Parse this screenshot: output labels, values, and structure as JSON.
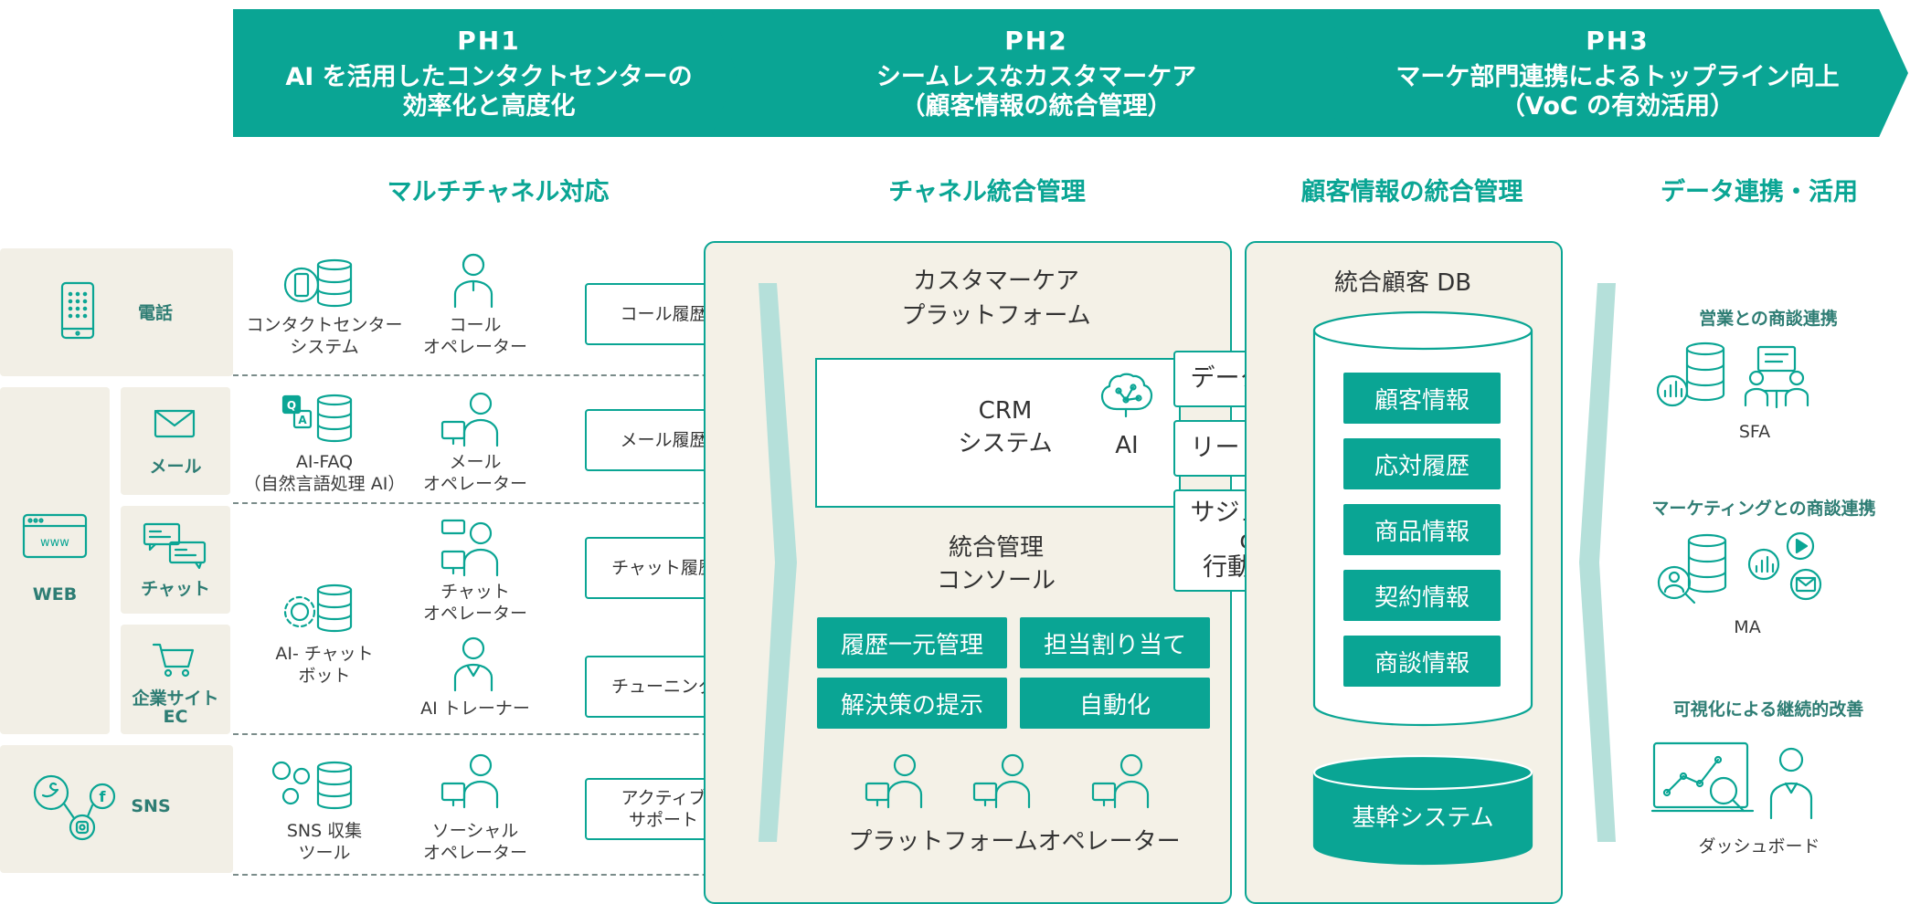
{
  "phases": [
    {
      "ph": "PH1",
      "line1": "AI を活用したコンタクトセンターの",
      "line2": "効率化と高度化"
    },
    {
      "ph": "PH2",
      "line1": "シームレスなカスタマーケア",
      "line2": "（顧客情報の統合管理）"
    },
    {
      "ph": "PH3",
      "line1": "マーケ部門連携によるトップライン向上",
      "line2": "（VoC の有効活用）"
    }
  ],
  "column_headers": [
    "マルチチャネル対応",
    "チャネル統合管理",
    "顧客情報の統合管理",
    "データ連携・活用"
  ],
  "channels": {
    "phone": "電話",
    "web": "WEB",
    "mail": "メール",
    "chat": "チャット",
    "ec1": "企業サイト",
    "ec2": "EC",
    "sns": "SNS"
  },
  "systems": {
    "cc1": "コンタクトセンター",
    "cc2": "システム",
    "faq1": "AI-FAQ",
    "faq2": "（自然言語処理 AI）",
    "bot1": "AI- チャット",
    "bot2": "ボット",
    "sns1": "SNS 収集",
    "sns2": "ツール"
  },
  "operators": {
    "call1": "コール",
    "call2": "オペレーター",
    "mail1": "メール",
    "mail2": "オペレーター",
    "chat1": "チャット",
    "chat2": "オペレーター",
    "trainer": "AI トレーナー",
    "social1": "ソーシャル",
    "social2": "オペレーター"
  },
  "histories": {
    "call": "コール履歴",
    "mail": "メール履歴",
    "chat": "チャット履歴",
    "tuning": "チューニング",
    "active1": "アクティブ",
    "active2": "サポート"
  },
  "platform": {
    "title1": "カスタマーケア",
    "title2": "プラットフォーム",
    "crm1": "CRM",
    "crm2": "システム",
    "ai": "AI",
    "console1": "統合管理",
    "console2": "コンソール",
    "functions": [
      "履歴一元管理",
      "担当割り当て",
      "解決策の提示",
      "自動化"
    ],
    "operator": "プラットフォームオペレーター"
  },
  "analysis": {
    "a1": "データ分析",
    "a2": "リード生成",
    "a3_1": "サジェスト",
    "a3_2": "or",
    "a3_3": "行動示唆"
  },
  "db": {
    "title": "統合顧客 DB",
    "items": [
      "顧客情報",
      "応対履歴",
      "商品情報",
      "契約情報",
      "商談情報"
    ],
    "core": "基幹システム"
  },
  "data_use": {
    "sales_head": "営業との商談連携",
    "sfa": "SFA",
    "mkt_head": "マーケティングとの商談連携",
    "ma": "MA",
    "viz_head": "可視化による継続的改善",
    "dashboard": "ダッシュボード"
  },
  "colors": {
    "teal": "#0aa594",
    "panel_bg": "#f4f1e7",
    "channel_bg": "#f2efe6"
  }
}
